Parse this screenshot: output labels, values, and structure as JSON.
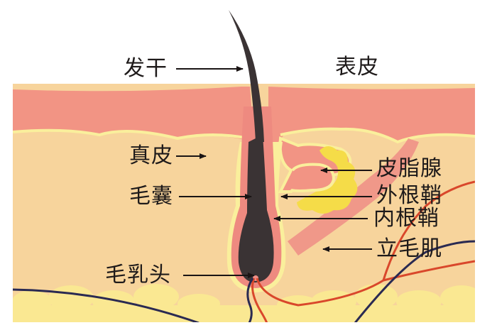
{
  "diagram": {
    "title": "Hair follicle skin cross-section",
    "labels": {
      "hair_shaft": "发干",
      "epidermis": "表皮",
      "dermis": "真皮",
      "hair_follicle": "毛囊",
      "hair_papilla": "毛乳头",
      "sebaceous_gland": "皮脂腺",
      "outer_root_sheath": "外根鞘",
      "inner_root_sheath": "内根鞘",
      "arrector_pili": "立毛肌"
    },
    "colors": {
      "epidermis": "#f29484",
      "dermis": "#f7d49c",
      "boundary": "#faef9c",
      "fat": "#fae892",
      "hair": "#3a3334",
      "sheath": "#ee8a80",
      "sebaceous": "#f5dc48",
      "artery": "#d9472b",
      "vein": "#2a2a52",
      "arrow": "#1a1414"
    }
  }
}
